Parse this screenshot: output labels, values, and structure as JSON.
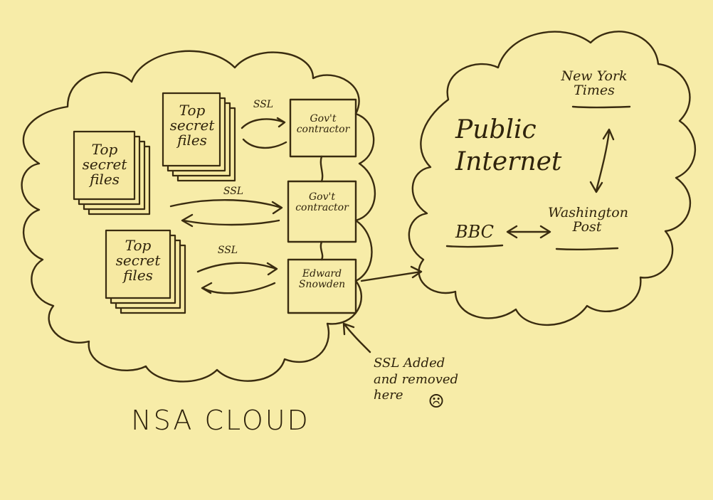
{
  "nsa_cloud": {
    "title": "NSA CLOUD",
    "file_stacks": [
      {
        "label": "Top\nsecret\nfiles"
      },
      {
        "label": "Top\nsecret\nfiles"
      },
      {
        "label": "Top\nsecret\nfiles"
      }
    ],
    "nodes": [
      {
        "label": "Gov't\ncontractor"
      },
      {
        "label": "Gov't\ncontractor"
      },
      {
        "label": "Edward\nSnowden"
      }
    ],
    "ssl_labels": [
      "SSL",
      "SSL",
      "SSL"
    ]
  },
  "public_cloud": {
    "title": "Public\nInternet",
    "sites": {
      "nyt": "New York\nTimes",
      "bbc": "BBC",
      "wapo": "Washington\nPost"
    }
  },
  "annotation": {
    "text": "SSL Added\nand removed\nhere",
    "emoticon": "☹"
  },
  "colors": {
    "paper": "#f7eca8",
    "ink": "#3a2c10"
  }
}
